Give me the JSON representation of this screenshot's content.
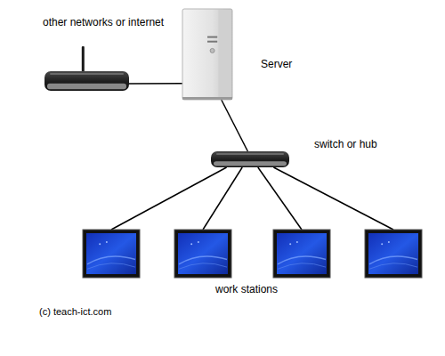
{
  "diagram": {
    "nodes": [
      {
        "text": [
          "other networks or internet"
        ]
      },
      {
        "text": [
          "Server"
        ]
      },
      {
        "text": [
          "switch or hub"
        ]
      },
      {
        "text": []
      },
      {
        "text": []
      },
      {
        "text": []
      },
      {
        "text": []
      }
    ],
    "edges": [
      {
        "from": 0,
        "to": 1,
        "arrow": "none"
      },
      {
        "from": 1,
        "to": 2,
        "arrow": "none"
      },
      {
        "from": 2,
        "to": 3,
        "arrow": "none"
      },
      {
        "from": 2,
        "to": 4,
        "arrow": "none"
      },
      {
        "from": 2,
        "to": 5,
        "arrow": "none"
      },
      {
        "from": 2,
        "to": 6,
        "arrow": "none"
      }
    ],
    "labels": [
      "work stations",
      "(c) teach-ict.com"
    ]
  }
}
